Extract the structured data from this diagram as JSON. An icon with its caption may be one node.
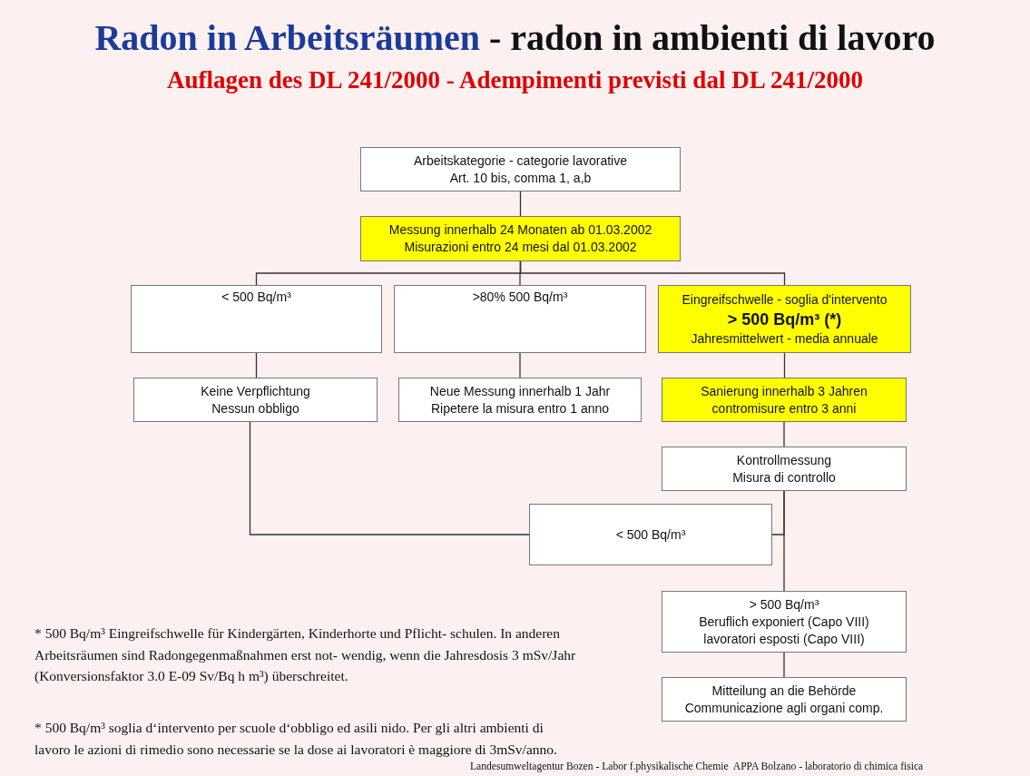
{
  "diagram": {
    "title": "Radon in Arbeitsräumen",
    "nodes": [
      {
        "text": [
          "Arbeitskategorie - categorie lavorative",
          "Art. 10 bis, comma 1, a,b"
        ]
      },
      {
        "text": [
          "Messung innerhalb 24 Monaten ab 01.03.2002",
          "Misurazioni entro 24 mesi dal 01.03.2002"
        ]
      },
      {
        "text": [
          "< 500 Bq/m³"
        ]
      },
      {
        "text": [
          ">80% 500 Bq/m³"
        ]
      },
      {
        "text": [
          "Eingreifschwelle - soglia d'intervento",
          "> 500 Bq/m³ (*)",
          "Jahresmittelwert - media annuale"
        ]
      },
      {
        "text": [
          "Keine Verpflichtung",
          "Nessun obbligo"
        ]
      },
      {
        "text": [
          "Neue Messung innerhalb 1 Jahr",
          "Ripetere la misura entro 1 anno"
        ]
      },
      {
        "text": [
          "Sanierung innerhalb 3 Jahren",
          "contromisure entro 3 anni"
        ]
      },
      {
        "text": [
          "Kontrollmessung",
          "Misura di controllo"
        ]
      },
      {
        "text": [
          "< 500 Bq/m³"
        ]
      },
      {
        "text": [
          "> 500 Bq/m³",
          "Beruflich exponiert (Capo VIII)",
          "lavoratori esposti (Capo VIII)"
        ]
      },
      {
        "text": [
          "Mitteilung an die Behörde",
          "Communicazione agli organi comp."
        ]
      }
    ],
    "edges": [
      {
        "from": 0,
        "to": 1,
        "arrow": "none"
      },
      {
        "from": 1,
        "to": 2,
        "arrow": "none"
      },
      {
        "from": 1,
        "to": 3,
        "arrow": "none"
      },
      {
        "from": 1,
        "to": 4,
        "arrow": "none"
      },
      {
        "from": 2,
        "to": 5,
        "arrow": "none"
      },
      {
        "from": 3,
        "to": 6,
        "arrow": "none"
      },
      {
        "from": 4,
        "to": 7,
        "arrow": "none"
      },
      {
        "from": 7,
        "to": 8,
        "arrow": "none"
      },
      {
        "from": 8,
        "to": 9,
        "arrow": "none"
      },
      {
        "from": 8,
        "to": 10,
        "arrow": "none"
      },
      {
        "from": 5,
        "to": 9,
        "arrow": "none"
      },
      {
        "from": 10,
        "to": 11,
        "arrow": "none"
      }
    ],
    "labels": [
      "- radon in ambienti di lavoro",
      "Auflagen des DL 241/2000 - Adempimenti previsti dal DL 241/2000",
      "* 500 Bq/m³ Eingreifschwelle für Kindergärten, Kinderhorte und Pflicht- schulen. In anderen Arbeitsräumen sind Radongegenmaßnahmen erst not- wendig, wenn die Jahresdosis 3 mSv/Jahr (Konversionsfaktor 3.0 E-09 Sv/Bq h m³) überschreitet.",
      "* 500 Bq/m³ soglia d‘intervento per scuole d‘obbligo ed asili nido. Per gli altri ambienti di lavoro le azioni di rimedio sono necessarie se la dose ai lavoratori è maggiore di 3mSv/anno.",
      "Landesumweltagentur Bozen - Labor f.physikalische Chemie  APPA Bolzano - laboratorio di chimica fisica"
    ]
  }
}
